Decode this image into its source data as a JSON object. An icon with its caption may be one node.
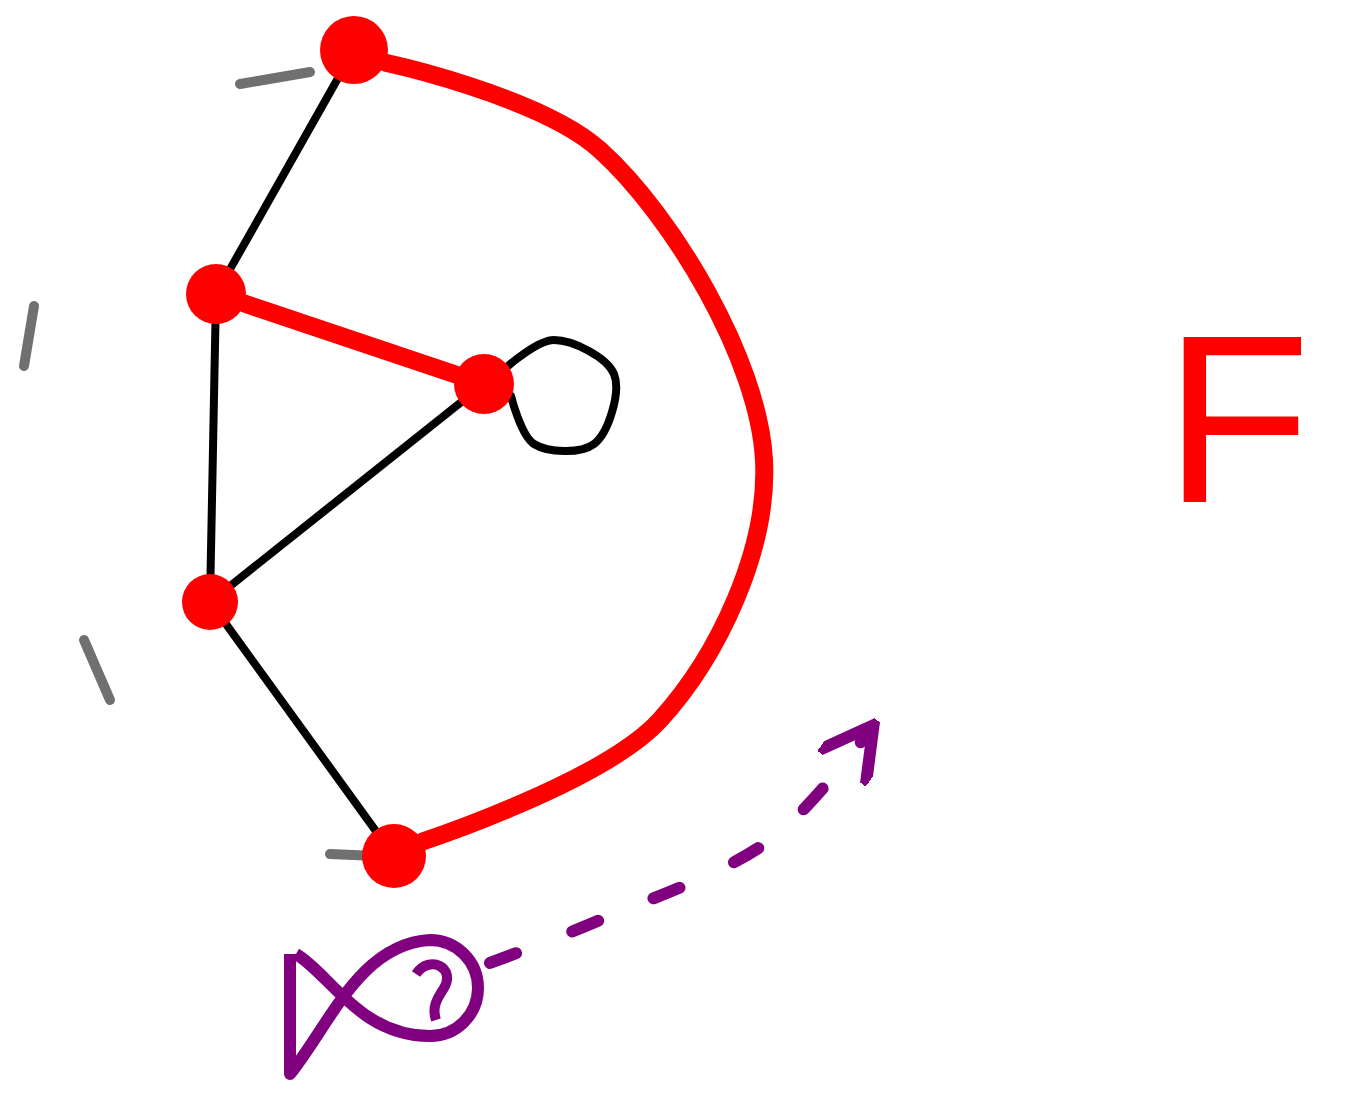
{
  "diagram": {
    "nodes": [
      {
        "text": [],
        "shape": "circle"
      },
      {
        "text": [],
        "shape": "circle"
      },
      {
        "text": [],
        "shape": "circle"
      },
      {
        "text": [],
        "shape": "circle"
      },
      {
        "text": [],
        "shape": "circle"
      },
      {
        "text": [],
        "shape": "picture"
      }
    ],
    "edges": [
      {
        "from": 0,
        "to": 1,
        "arrow": "none"
      },
      {
        "from": 1,
        "to": 2,
        "arrow": "none",
        "style": "thick",
        "color": "#ff0000"
      },
      {
        "from": 1,
        "to": 3,
        "arrow": "none"
      },
      {
        "from": 3,
        "to": 2,
        "arrow": "none"
      },
      {
        "from": 2,
        "to": 2,
        "arrow": "none"
      },
      {
        "from": 3,
        "to": 4,
        "arrow": "none"
      },
      {
        "from": 0,
        "to": 4,
        "arrow": "none",
        "style": "thick",
        "color": "#ff0000"
      },
      {
        "from": 5,
        "to": null,
        "arrow": "to",
        "style": "dashed",
        "color": "#800080"
      }
    ],
    "labels": [
      "F"
    ]
  }
}
